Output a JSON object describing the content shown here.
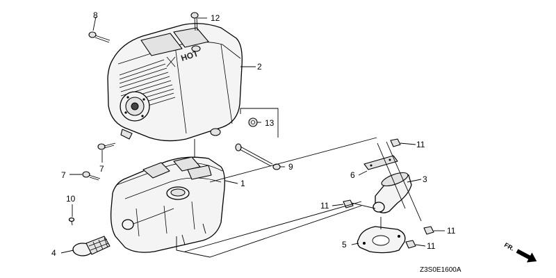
{
  "diagram": {
    "callouts": {
      "c1": "1",
      "c2": "2",
      "c3": "3",
      "c4": "4",
      "c5": "5",
      "c6": "6",
      "c7a": "7",
      "c7b": "7",
      "c8": "8",
      "c9": "9",
      "c10": "10",
      "c11a": "11",
      "c11b": "11",
      "c11c": "11",
      "c11d": "11",
      "c12": "12",
      "c13": "13"
    },
    "hot_label": "HOT",
    "direction_label": "FR.",
    "diagram_code": "Z3S0E1600A"
  }
}
